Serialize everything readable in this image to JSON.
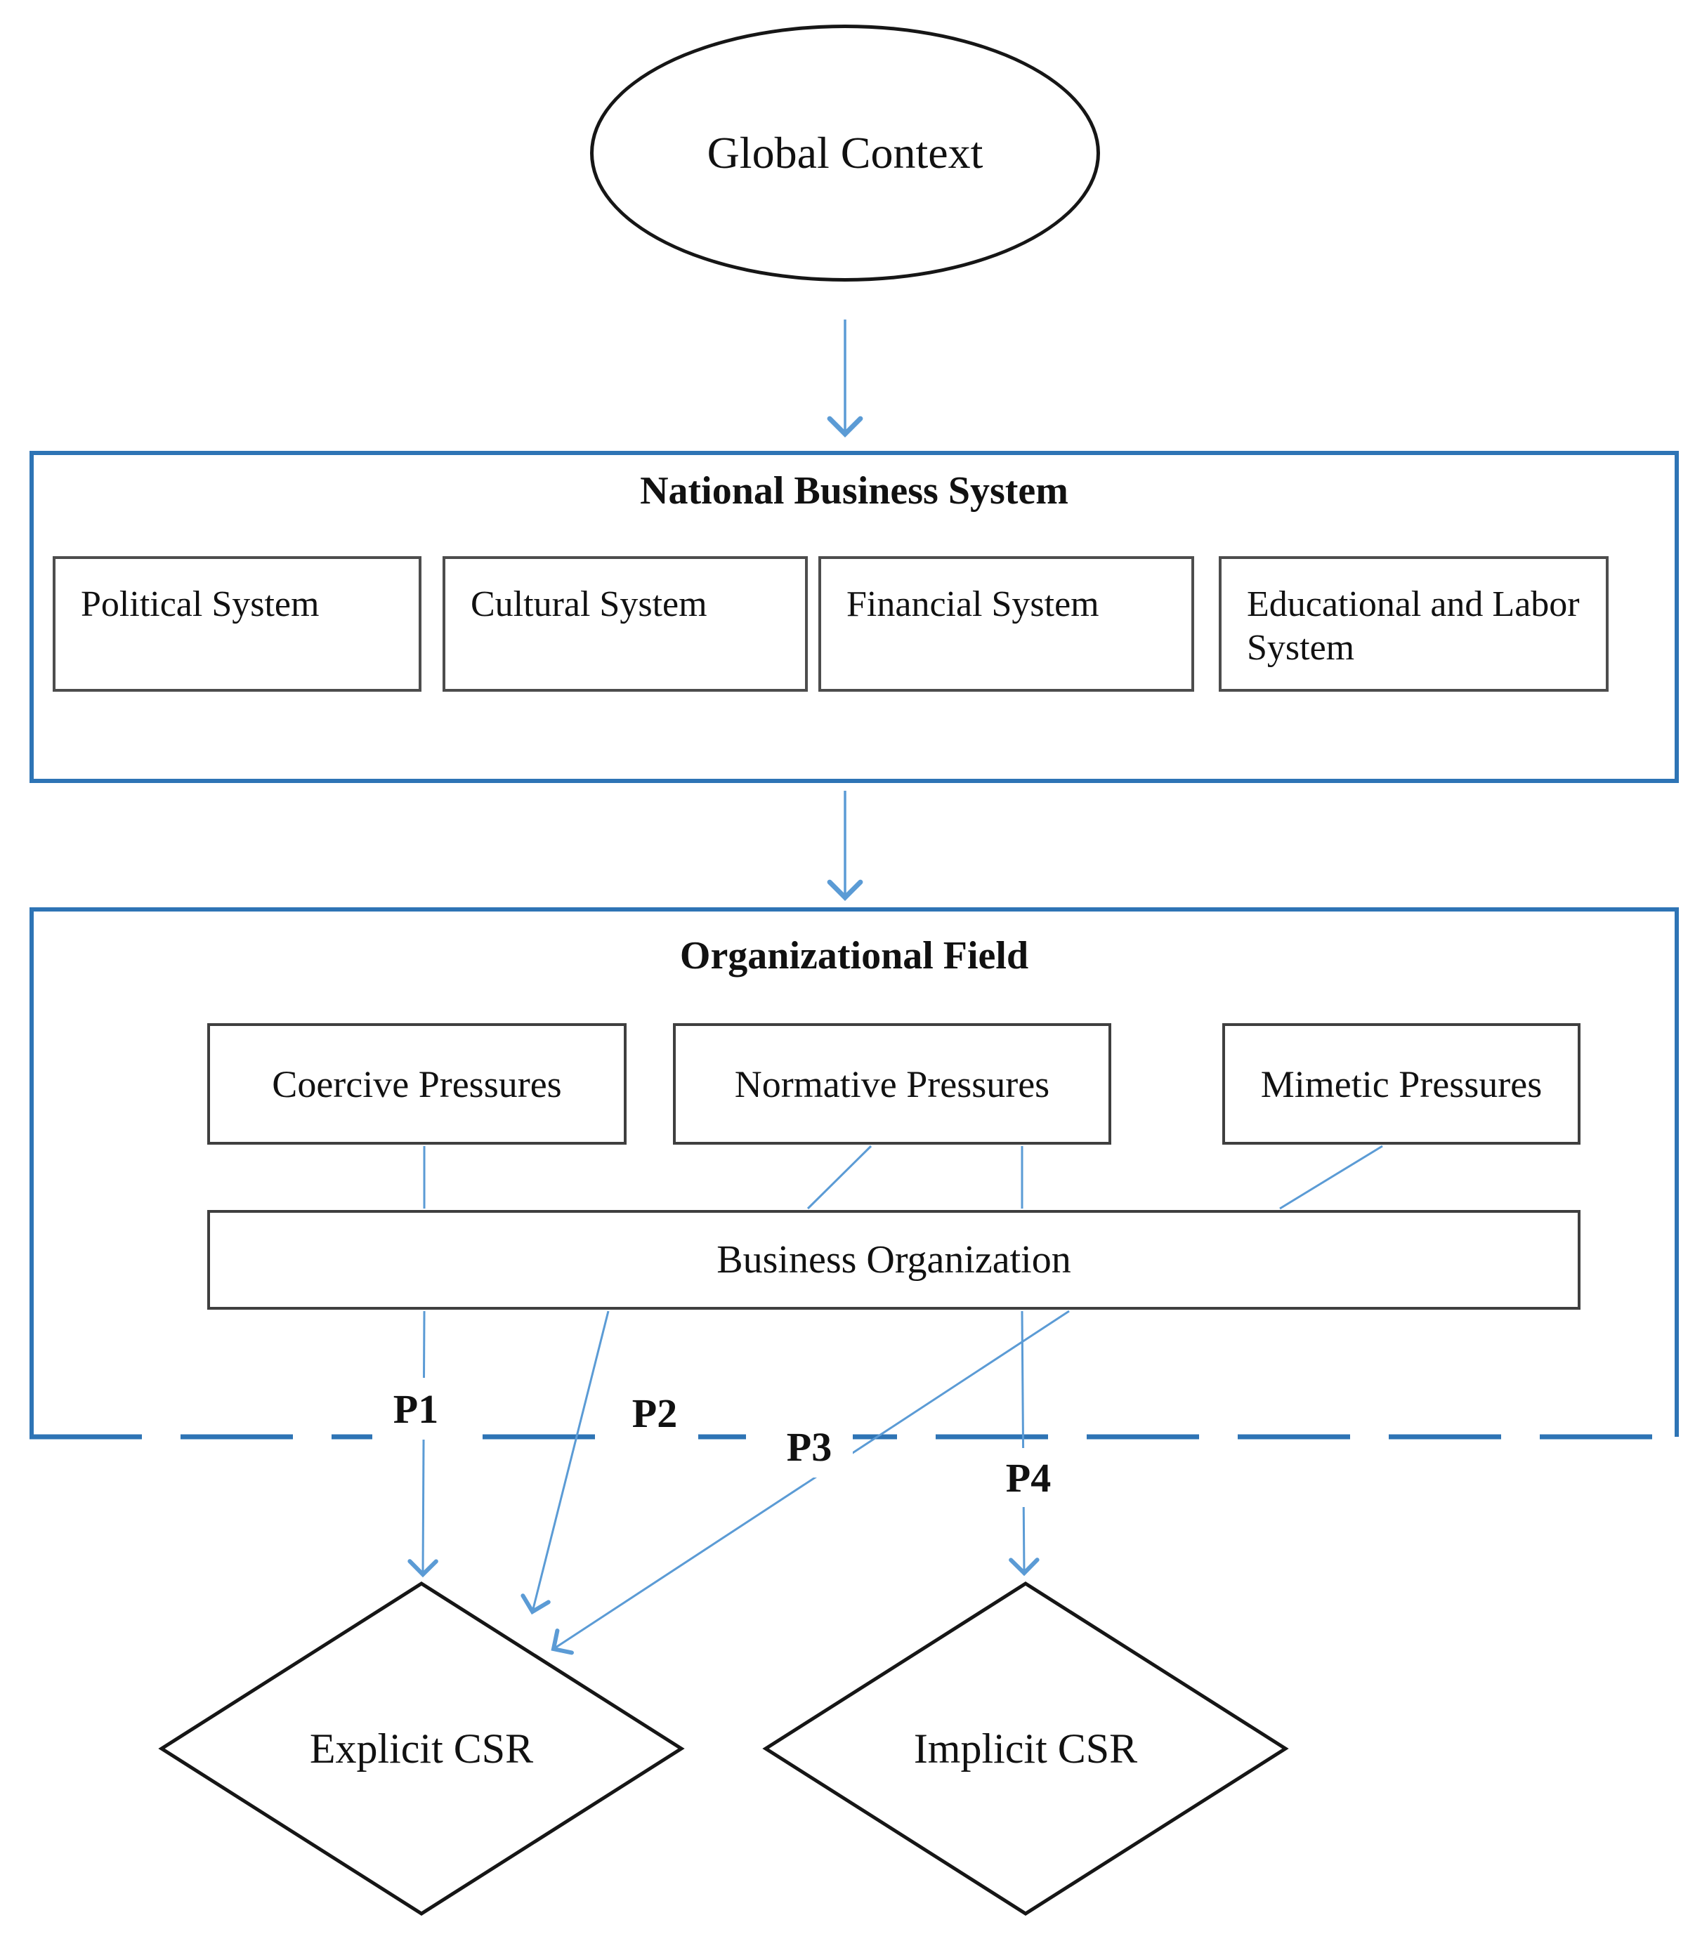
{
  "figure": {
    "global_context": "Global Context",
    "nbs": {
      "title": "National Business System",
      "systems": [
        "Political System",
        "Cultural System",
        "Financial System",
        "Educational and Labor System"
      ]
    },
    "org_field": {
      "title": "Organizational Field",
      "pressures": [
        "Coercive Pressures",
        "Normative Pressures",
        "Mimetic Pressures"
      ],
      "business_organization": "Business Organization"
    },
    "propositions": [
      "P1",
      "P2",
      "P3",
      "P4"
    ],
    "outcomes": [
      "Explicit CSR",
      "Implicit CSR"
    ],
    "colors": {
      "container_border": "#2E74B5",
      "connector_blue": "#5B9BD5",
      "inner_box_border": "#4d4d4d",
      "shape_border": "#161616",
      "text": "#111111"
    }
  }
}
